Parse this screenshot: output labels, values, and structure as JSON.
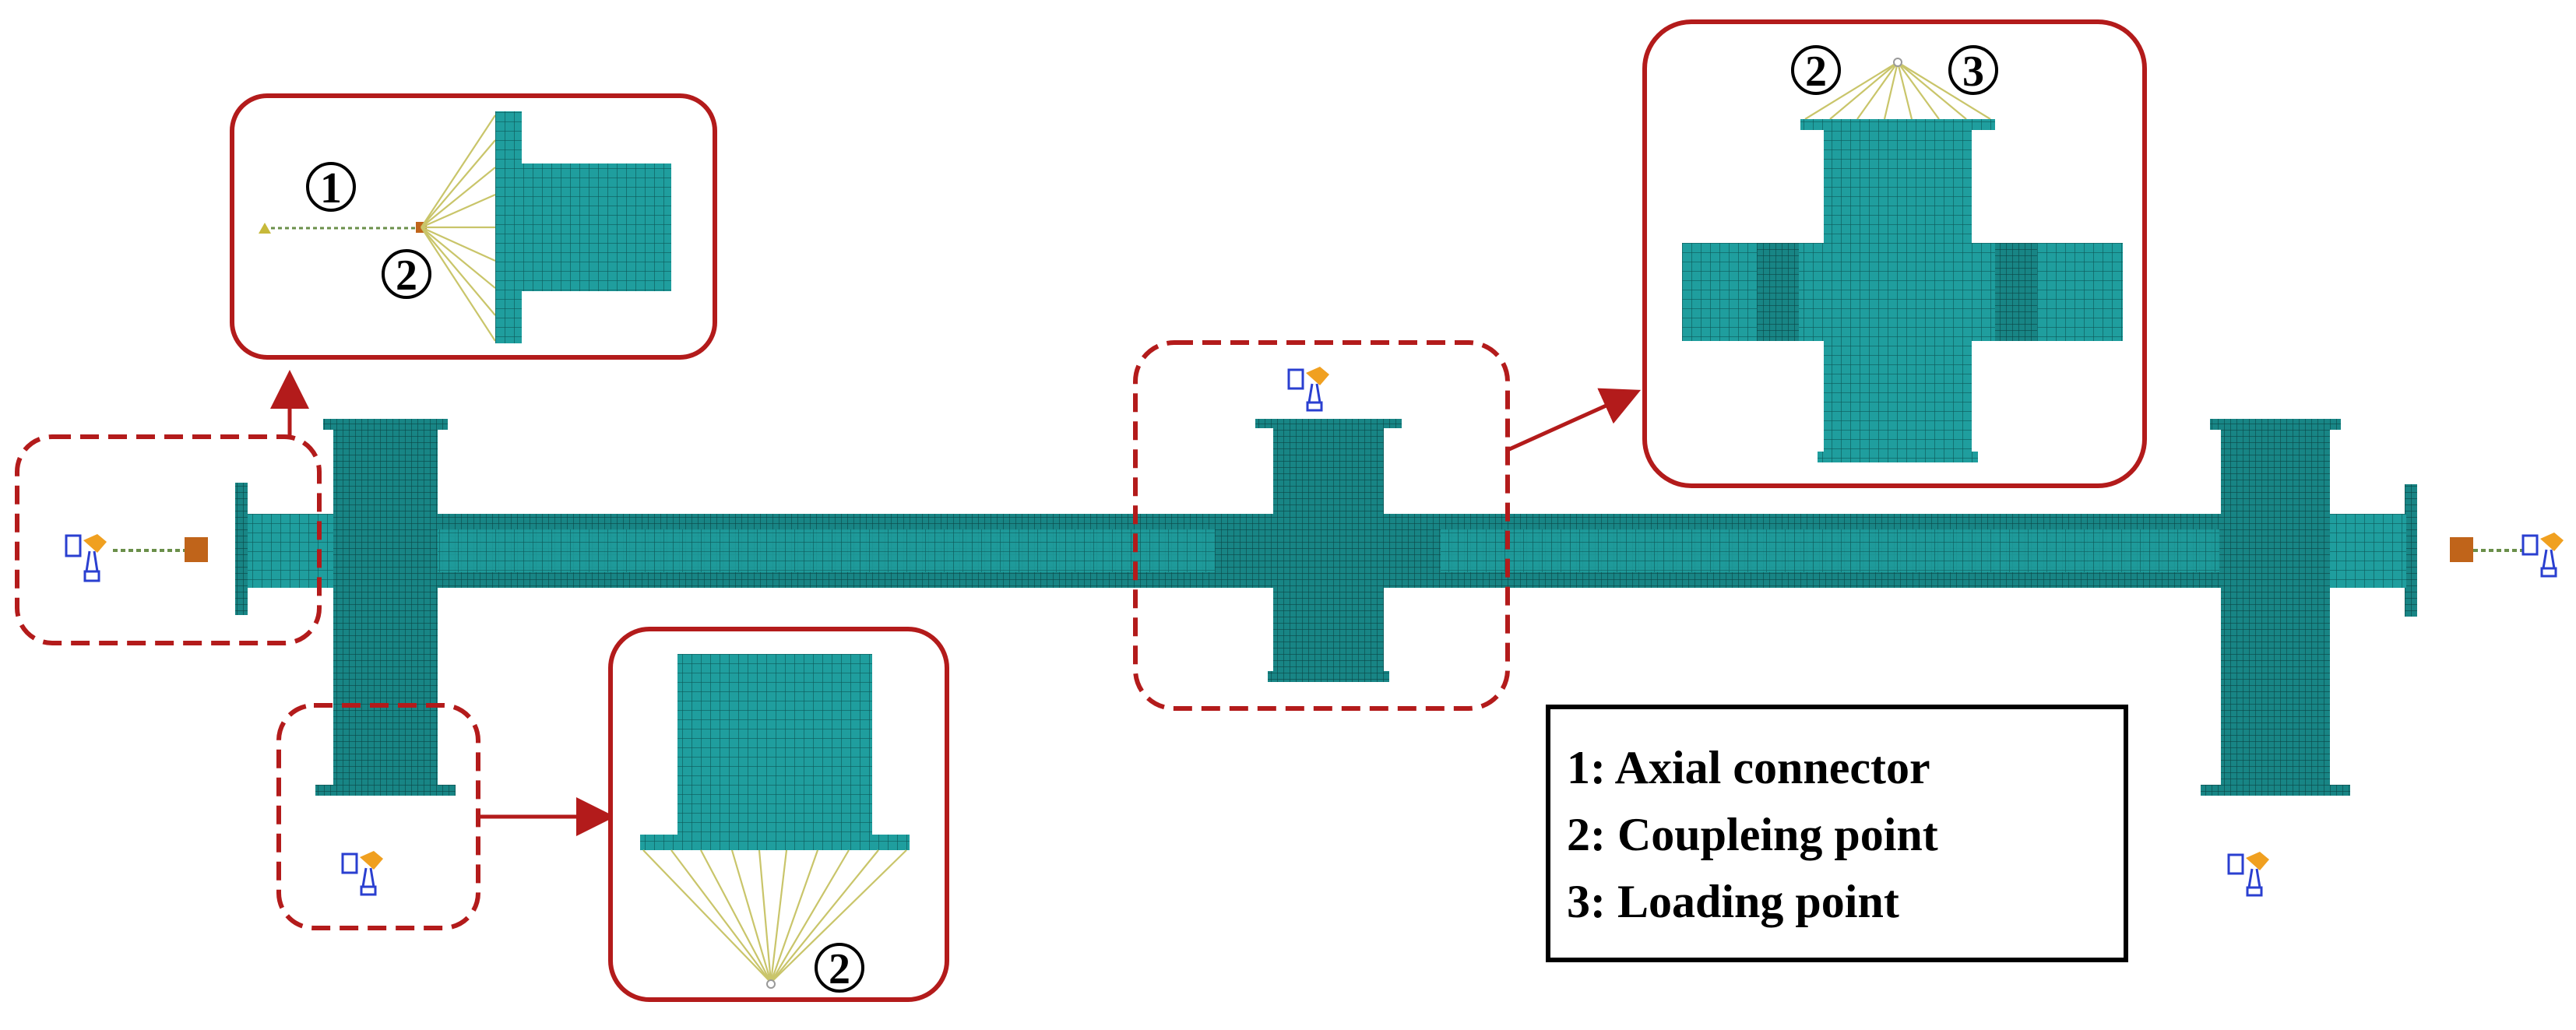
{
  "legend": {
    "items": [
      {
        "label": "1: Axial connector"
      },
      {
        "label": "2: Coupleing point"
      },
      {
        "label": "3: Loading point"
      }
    ]
  },
  "markers": {
    "connector": "1",
    "coupling": "2",
    "loading": "3"
  },
  "colors": {
    "mesh": "#1f9e9e",
    "mesh_dark": "#157676",
    "callout_border": "#b31b1b",
    "coupling_lines": "#c9c56a",
    "connector_block": "#c0641a"
  },
  "icons": [
    "boundary-condition-icon",
    "axial-connector-block-icon",
    "connector-triangle-icon"
  ]
}
